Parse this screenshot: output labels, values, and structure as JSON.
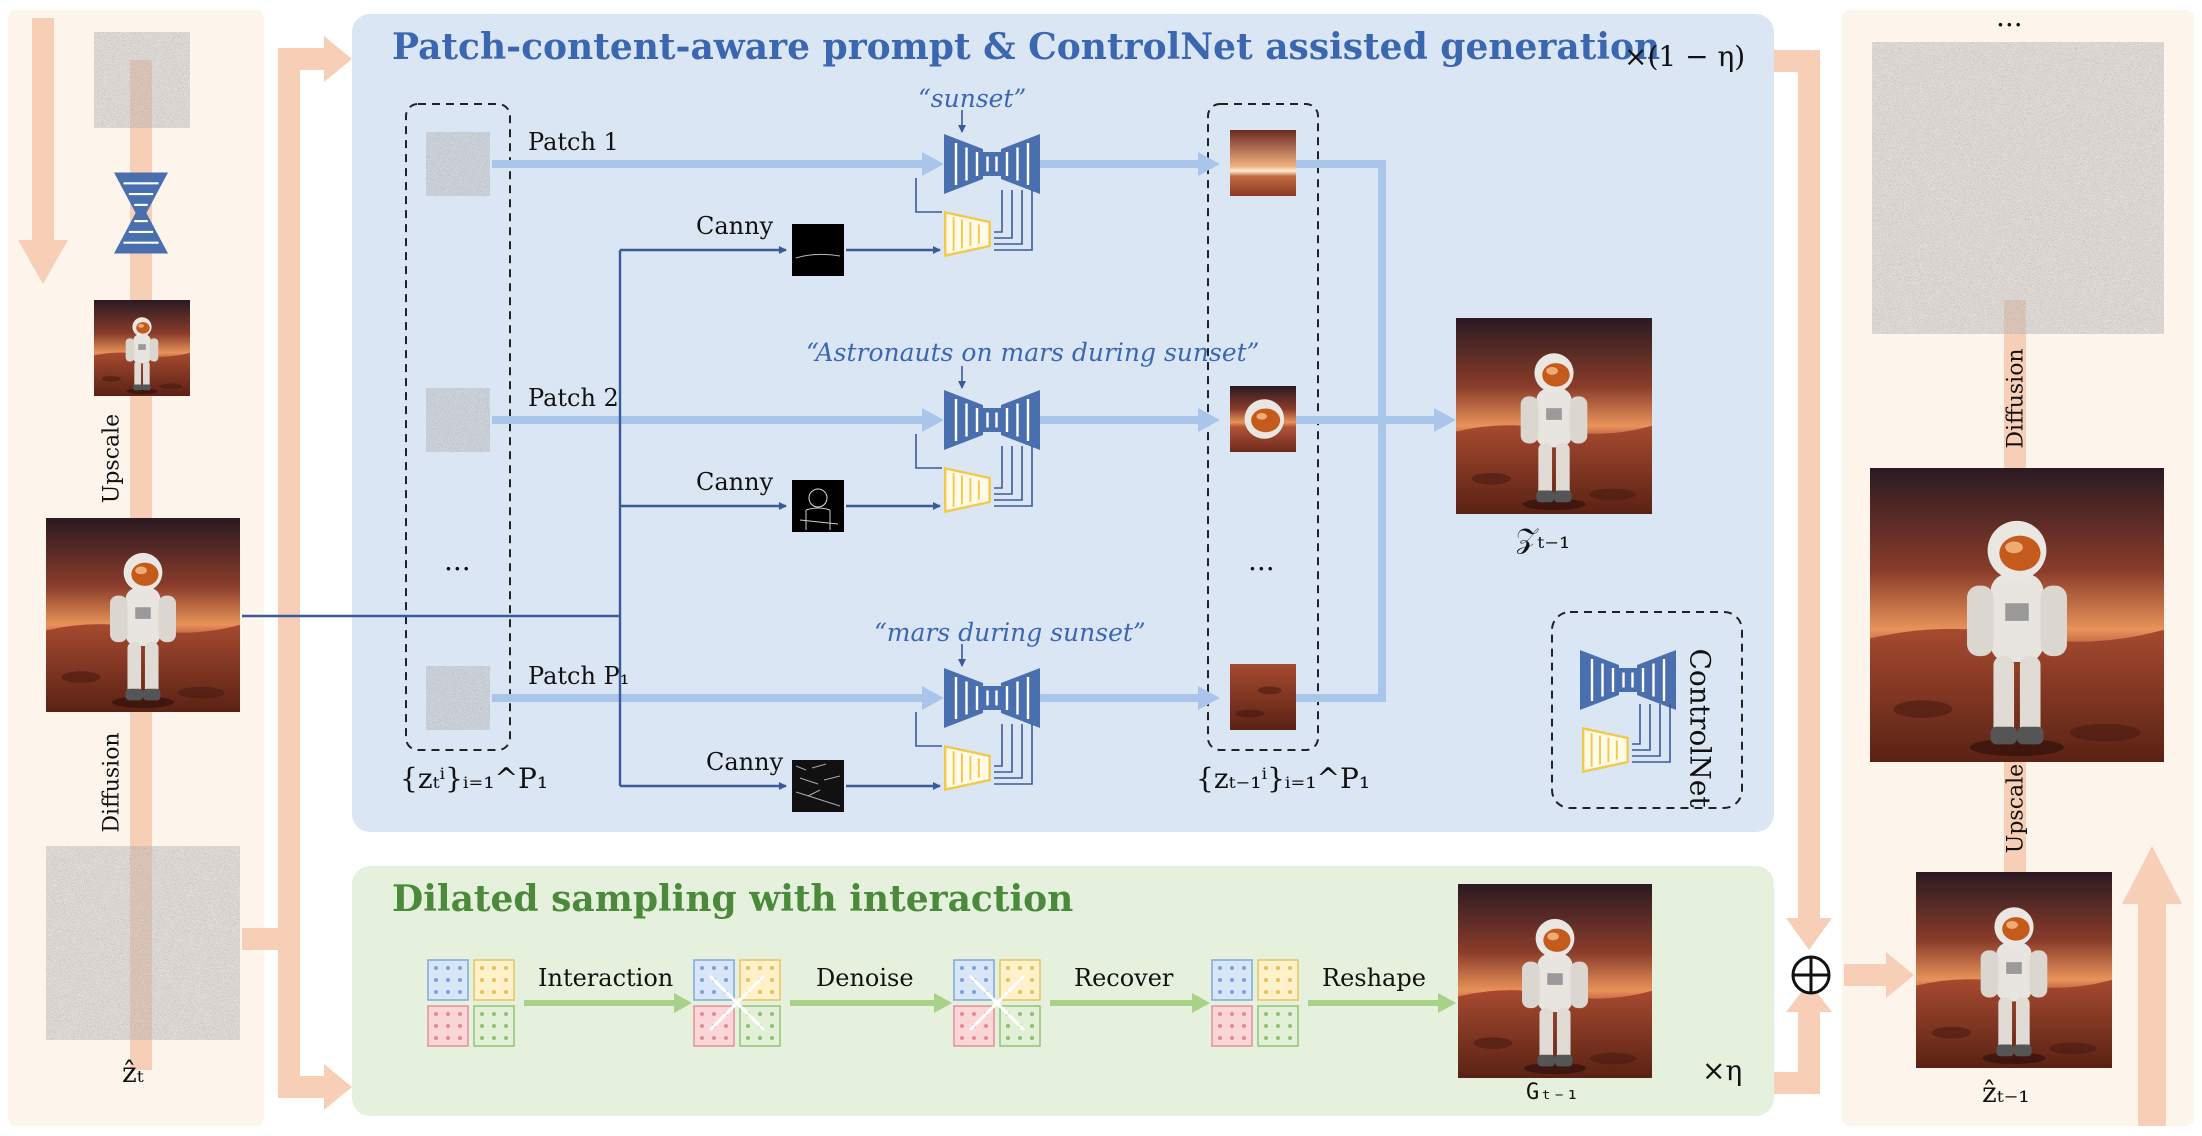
{
  "top_panel": {
    "title": "Patch-content-aware prompt & ControlNet assisted generation",
    "factor": "×(1 − η)",
    "patches": [
      {
        "label": "Patch 1",
        "prompt": "“sunset”",
        "canny": "Canny"
      },
      {
        "label": "Patch 2",
        "prompt": "“Astronauts on mars during sunset”",
        "canny": "Canny"
      },
      {
        "label": "Patch P₁",
        "prompt": "“mars during sunset”",
        "canny": "Canny"
      }
    ],
    "ellipsis": "...",
    "input_set_label": "{zₜⁱ}ᵢ₌₁^P₁",
    "output_set_label": "{zₜ₋₁ⁱ}ᵢ₌₁^P₁",
    "merged_label": "𝒵ₜ₋₁",
    "legend_label": "ControlNet"
  },
  "bottom_panel": {
    "title": "Dilated sampling with interaction",
    "factor": "×η",
    "steps": [
      "Interaction",
      "Denoise",
      "Recover",
      "Reshape"
    ],
    "output_label": "Gₜ₋₁"
  },
  "left_panel": {
    "upscale": "Upscale",
    "diffusion": "Diffusion",
    "latent_label": "ẑₜ"
  },
  "right_panel": {
    "ellipsis": "...",
    "diffusion": "Diffusion",
    "upscale": "Upscale",
    "latent_label": "ẑₜ₋₁",
    "combine_symbol": "⊕"
  },
  "colors": {
    "blue_panel": "#dbe6f5",
    "green_panel": "#e6f1dd",
    "side_panel": "#fdf4ec",
    "salmon_arrow": "#f7cfb6",
    "blue_arrow": "#a9c6ea",
    "dark_line": "#3a5a9a",
    "unet_blue": "#4a6fae",
    "control_yellow": "#f5d36a",
    "green_arrow": "#a8d18a"
  }
}
